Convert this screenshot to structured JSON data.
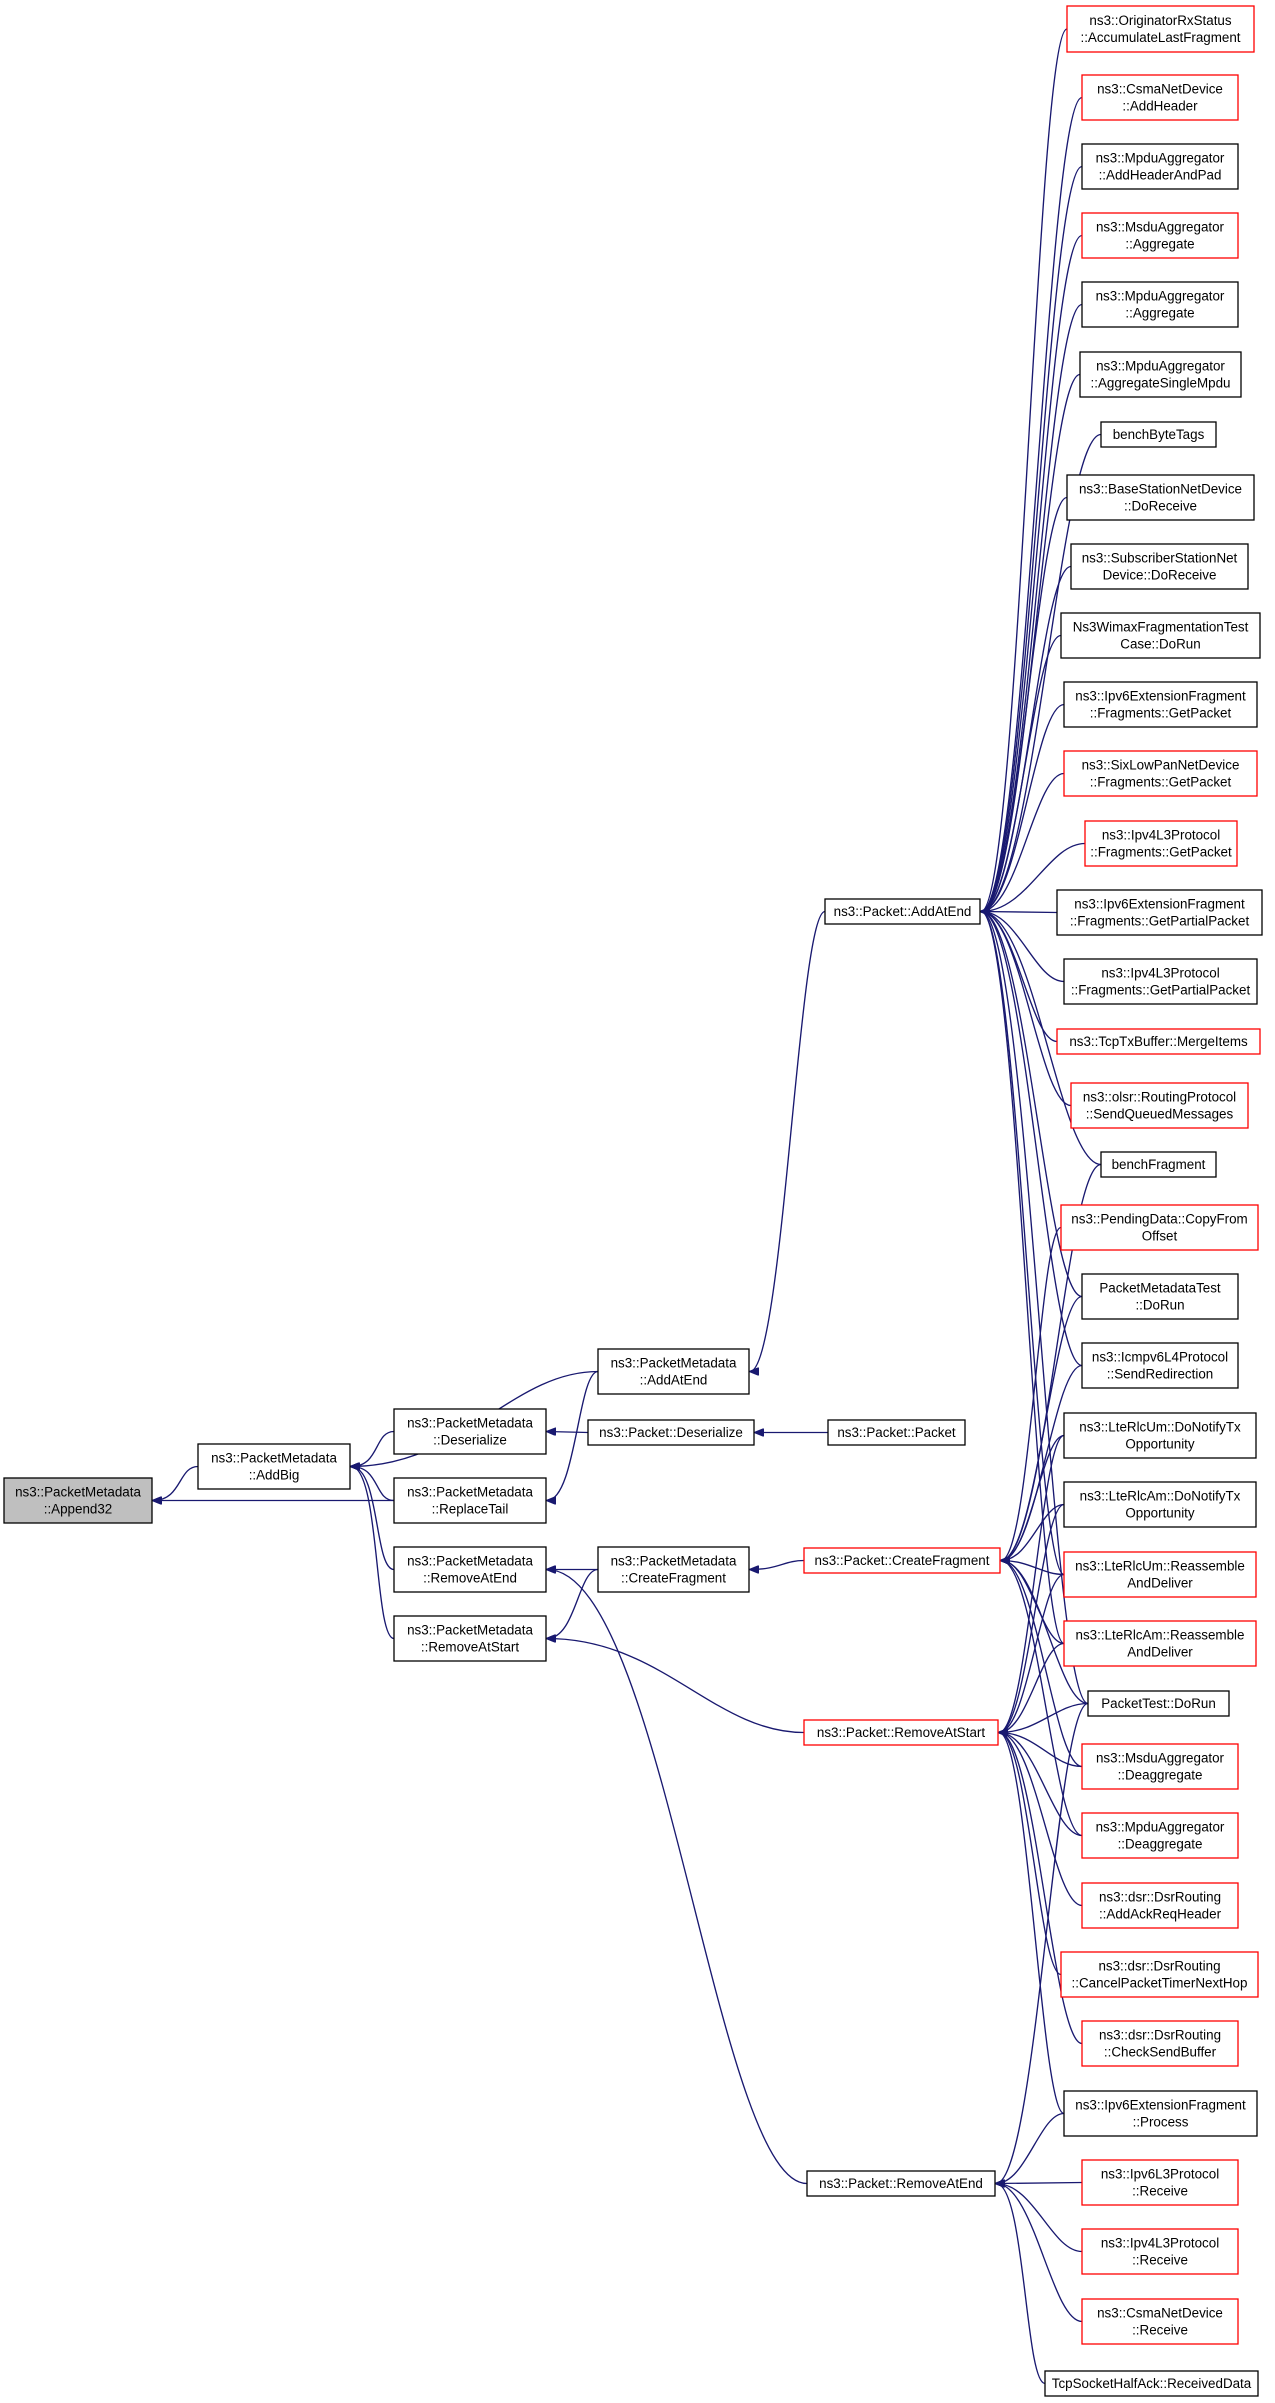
{
  "colors": {
    "edge": "#191970",
    "highlight_border": "#ff0000",
    "normal_border": "#000000",
    "root_fill": "#bfbfbf"
  },
  "nodes": {
    "append32": {
      "lines": [
        "ns3::PacketMetadata",
        "::Append32"
      ],
      "border": "root"
    },
    "addBig": {
      "lines": [
        "ns3::PacketMetadata",
        "::AddBig"
      ],
      "border": "black"
    },
    "pmAddAtEnd": {
      "lines": [
        "ns3::PacketMetadata",
        "::AddAtEnd"
      ],
      "border": "black"
    },
    "pmDeserialize": {
      "lines": [
        "ns3::PacketMetadata",
        "::Deserialize"
      ],
      "border": "black"
    },
    "pmReplaceTail": {
      "lines": [
        "ns3::PacketMetadata",
        "::ReplaceTail"
      ],
      "border": "black"
    },
    "pmRemoveAtEnd": {
      "lines": [
        "ns3::PacketMetadata",
        "::RemoveAtEnd"
      ],
      "border": "black"
    },
    "pmRemoveAtStart": {
      "lines": [
        "ns3::PacketMetadata",
        "::RemoveAtStart"
      ],
      "border": "black"
    },
    "pmCreateFragment": {
      "lines": [
        "ns3::PacketMetadata",
        "::CreateFragment"
      ],
      "border": "black"
    },
    "pDeserialize": {
      "lines": [
        "ns3::Packet::Deserialize"
      ],
      "border": "black"
    },
    "pPacket": {
      "lines": [
        "ns3::Packet::Packet"
      ],
      "border": "black"
    },
    "pAddAtEnd": {
      "lines": [
        "ns3::Packet::AddAtEnd"
      ],
      "border": "black"
    },
    "pCreateFragment": {
      "lines": [
        "ns3::Packet::CreateFragment"
      ],
      "border": "red"
    },
    "pRemoveAtStart": {
      "lines": [
        "ns3::Packet::RemoveAtStart"
      ],
      "border": "red"
    },
    "pRemoveAtEnd": {
      "lines": [
        "ns3::Packet::RemoveAtEnd"
      ],
      "border": "black"
    },
    "r1": {
      "lines": [
        "ns3::OriginatorRxStatus",
        "::AccumulateLastFragment"
      ],
      "border": "red"
    },
    "r2": {
      "lines": [
        "ns3::CsmaNetDevice",
        "::AddHeader"
      ],
      "border": "red"
    },
    "r3": {
      "lines": [
        "ns3::MpduAggregator",
        "::AddHeaderAndPad"
      ],
      "border": "black"
    },
    "r4": {
      "lines": [
        "ns3::MsduAggregator",
        "::Aggregate"
      ],
      "border": "red"
    },
    "r5": {
      "lines": [
        "ns3::MpduAggregator",
        "::Aggregate"
      ],
      "border": "black"
    },
    "r6": {
      "lines": [
        "ns3::MpduAggregator",
        "::AggregateSingleMpdu"
      ],
      "border": "black"
    },
    "r7": {
      "lines": [
        "benchByteTags"
      ],
      "border": "black"
    },
    "r8": {
      "lines": [
        "ns3::BaseStationNetDevice",
        "::DoReceive"
      ],
      "border": "black"
    },
    "r9": {
      "lines": [
        "ns3::SubscriberStationNet",
        "Device::DoReceive"
      ],
      "border": "black"
    },
    "r10": {
      "lines": [
        "Ns3WimaxFragmentationTest",
        "Case::DoRun"
      ],
      "border": "black"
    },
    "r11": {
      "lines": [
        "ns3::Ipv6ExtensionFragment",
        "::Fragments::GetPacket"
      ],
      "border": "black"
    },
    "r12": {
      "lines": [
        "ns3::SixLowPanNetDevice",
        "::Fragments::GetPacket"
      ],
      "border": "red"
    },
    "r13": {
      "lines": [
        "ns3::Ipv4L3Protocol",
        "::Fragments::GetPacket"
      ],
      "border": "red"
    },
    "r14": {
      "lines": [
        "ns3::Ipv6ExtensionFragment",
        "::Fragments::GetPartialPacket"
      ],
      "border": "black"
    },
    "r15": {
      "lines": [
        "ns3::Ipv4L3Protocol",
        "::Fragments::GetPartialPacket"
      ],
      "border": "black"
    },
    "r16": {
      "lines": [
        "ns3::TcpTxBuffer::MergeItems"
      ],
      "border": "red"
    },
    "r17": {
      "lines": [
        "ns3::olsr::RoutingProtocol",
        "::SendQueuedMessages"
      ],
      "border": "red"
    },
    "r18": {
      "lines": [
        "benchFragment"
      ],
      "border": "black"
    },
    "r19": {
      "lines": [
        "ns3::PendingData::CopyFrom",
        "Offset"
      ],
      "border": "red"
    },
    "r20": {
      "lines": [
        "PacketMetadataTest",
        "::DoRun"
      ],
      "border": "black"
    },
    "r21": {
      "lines": [
        "ns3::Icmpv6L4Protocol",
        "::SendRedirection"
      ],
      "border": "black"
    },
    "r22": {
      "lines": [
        "ns3::LteRlcUm::DoNotifyTx",
        "Opportunity"
      ],
      "border": "black"
    },
    "r23": {
      "lines": [
        "ns3::LteRlcAm::DoNotifyTx",
        "Opportunity"
      ],
      "border": "black"
    },
    "r24": {
      "lines": [
        "ns3::LteRlcUm::Reassemble",
        "AndDeliver"
      ],
      "border": "red"
    },
    "r25": {
      "lines": [
        "ns3::LteRlcAm::Reassemble",
        "AndDeliver"
      ],
      "border": "red"
    },
    "r26": {
      "lines": [
        "PacketTest::DoRun"
      ],
      "border": "black"
    },
    "r27": {
      "lines": [
        "ns3::MsduAggregator",
        "::Deaggregate"
      ],
      "border": "red"
    },
    "r28": {
      "lines": [
        "ns3::MpduAggregator",
        "::Deaggregate"
      ],
      "border": "red"
    },
    "r29": {
      "lines": [
        "ns3::dsr::DsrRouting",
        "::AddAckReqHeader"
      ],
      "border": "red"
    },
    "r30": {
      "lines": [
        "ns3::dsr::DsrRouting",
        "::CancelPacketTimerNextHop"
      ],
      "border": "red"
    },
    "r31": {
      "lines": [
        "ns3::dsr::DsrRouting",
        "::CheckSendBuffer"
      ],
      "border": "red"
    },
    "r32": {
      "lines": [
        "ns3::Ipv6ExtensionFragment",
        "::Process"
      ],
      "border": "black"
    },
    "r33": {
      "lines": [
        "ns3::Ipv6L3Protocol",
        "::Receive"
      ],
      "border": "red"
    },
    "r34": {
      "lines": [
        "ns3::Ipv4L3Protocol",
        "::Receive"
      ],
      "border": "red"
    },
    "r35": {
      "lines": [
        "ns3::CsmaNetDevice",
        "::Receive"
      ],
      "border": "red"
    },
    "r36": {
      "lines": [
        "TcpSocketHalfAck::ReceivedData"
      ],
      "border": "black"
    }
  },
  "edges": [
    [
      "addBig",
      "append32"
    ],
    [
      "pmReplaceTail",
      "append32"
    ],
    [
      "pmAddAtEnd",
      "addBig"
    ],
    [
      "pmDeserialize",
      "addBig"
    ],
    [
      "pmReplaceTail",
      "addBig"
    ],
    [
      "pmRemoveAtEnd",
      "addBig"
    ],
    [
      "pmRemoveAtStart",
      "addBig"
    ],
    [
      "pAddAtEnd",
      "pmAddAtEnd"
    ],
    [
      "pmAddAtEnd",
      "pmReplaceTail"
    ],
    [
      "pDeserialize",
      "pmDeserialize"
    ],
    [
      "pPacket",
      "pDeserialize"
    ],
    [
      "pmCreateFragment",
      "pmRemoveAtEnd"
    ],
    [
      "pmCreateFragment",
      "pmRemoveAtStart"
    ],
    [
      "pRemoveAtEnd",
      "pmRemoveAtEnd"
    ],
    [
      "pRemoveAtStart",
      "pmRemoveAtStart"
    ],
    [
      "pCreateFragment",
      "pmCreateFragment"
    ],
    [
      "r1",
      "pAddAtEnd"
    ],
    [
      "r2",
      "pAddAtEnd"
    ],
    [
      "r3",
      "pAddAtEnd"
    ],
    [
      "r4",
      "pAddAtEnd"
    ],
    [
      "r5",
      "pAddAtEnd"
    ],
    [
      "r6",
      "pAddAtEnd"
    ],
    [
      "r7",
      "pAddAtEnd"
    ],
    [
      "r8",
      "pAddAtEnd"
    ],
    [
      "r9",
      "pAddAtEnd"
    ],
    [
      "r10",
      "pAddAtEnd"
    ],
    [
      "r11",
      "pAddAtEnd"
    ],
    [
      "r12",
      "pAddAtEnd"
    ],
    [
      "r13",
      "pAddAtEnd"
    ],
    [
      "r14",
      "pAddAtEnd"
    ],
    [
      "r15",
      "pAddAtEnd"
    ],
    [
      "r16",
      "pAddAtEnd"
    ],
    [
      "r17",
      "pAddAtEnd"
    ],
    [
      "r18",
      "pAddAtEnd"
    ],
    [
      "r20",
      "pAddAtEnd"
    ],
    [
      "r21",
      "pAddAtEnd"
    ],
    [
      "r24",
      "pAddAtEnd"
    ],
    [
      "r25",
      "pAddAtEnd"
    ],
    [
      "r26",
      "pAddAtEnd"
    ],
    [
      "r18",
      "pCreateFragment"
    ],
    [
      "r19",
      "pCreateFragment"
    ],
    [
      "r20",
      "pCreateFragment"
    ],
    [
      "r21",
      "pCreateFragment"
    ],
    [
      "r22",
      "pCreateFragment"
    ],
    [
      "r23",
      "pCreateFragment"
    ],
    [
      "r24",
      "pCreateFragment"
    ],
    [
      "r25",
      "pCreateFragment"
    ],
    [
      "r26",
      "pCreateFragment"
    ],
    [
      "r27",
      "pCreateFragment"
    ],
    [
      "r28",
      "pCreateFragment"
    ],
    [
      "r22",
      "pRemoveAtStart"
    ],
    [
      "r23",
      "pRemoveAtStart"
    ],
    [
      "r24",
      "pRemoveAtStart"
    ],
    [
      "r25",
      "pRemoveAtStart"
    ],
    [
      "r26",
      "pRemoveAtStart"
    ],
    [
      "r27",
      "pRemoveAtStart"
    ],
    [
      "r28",
      "pRemoveAtStart"
    ],
    [
      "r29",
      "pRemoveAtStart"
    ],
    [
      "r30",
      "pRemoveAtStart"
    ],
    [
      "r31",
      "pRemoveAtStart"
    ],
    [
      "r32",
      "pRemoveAtStart"
    ],
    [
      "r26",
      "pRemoveAtEnd"
    ],
    [
      "r32",
      "pRemoveAtEnd"
    ],
    [
      "r33",
      "pRemoveAtEnd"
    ],
    [
      "r34",
      "pRemoveAtEnd"
    ],
    [
      "r35",
      "pRemoveAtEnd"
    ],
    [
      "r36",
      "pRemoveAtEnd"
    ]
  ]
}
